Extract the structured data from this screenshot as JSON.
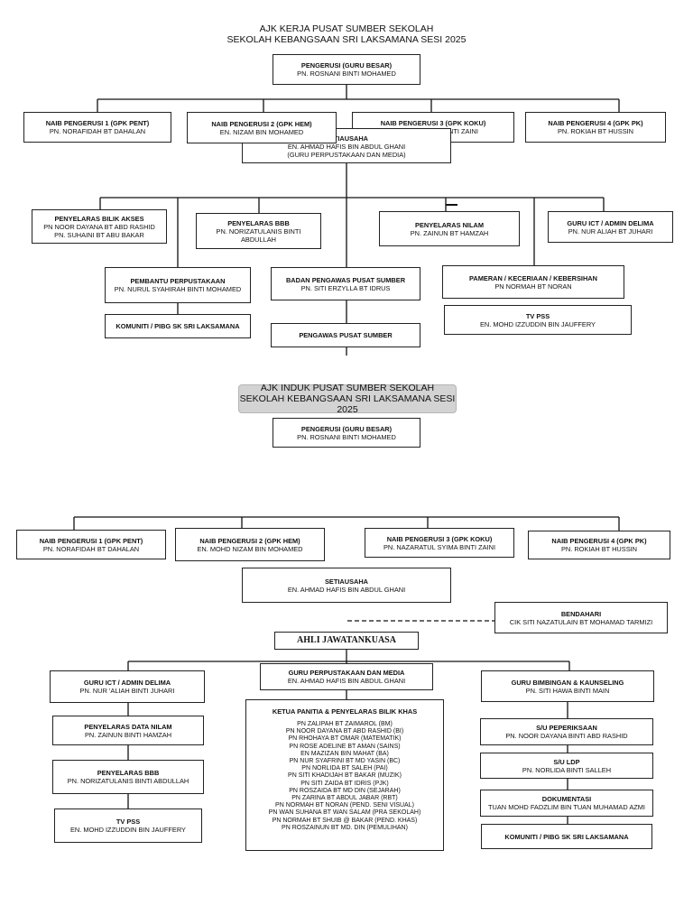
{
  "section1": {
    "title1": "AJK KERJA PUSAT SUMBER SEKOLAH",
    "title2": "SEKOLAH KEBANGSAAN SRI LAKSAMANA SESI 2025",
    "pengerusi": {
      "role": "PENGERUSI (GURU BESAR)",
      "name": "PN. ROSNANI BINTI MOHAMED"
    },
    "naib1": {
      "role": "NAIB PENGERUSI 1 (GPK PENT)",
      "name": "PN. NORAFIDAH BT DAHALAN"
    },
    "naib2": {
      "role": "NAIB PENGERUSI 2 (GPK HEM)",
      "name": "EN. NIZAM BIN MOHAMED"
    },
    "naib3": {
      "role": "NAIB PENGERUSI 3 (GPK KOKU)",
      "name": "BINTI ZAINI"
    },
    "naib4": {
      "role": "NAIB PENGERUSI 4 (GPK PK)",
      "name": "PN. ROKIAH BT HUSSIN"
    },
    "setiausaha": {
      "role": "SETIAUSAHA",
      "name": "EN. AHMAD HAFIS BIN ABDUL GHANI",
      "note": "(GURU PERPUSTAKAAN DAN MEDIA)"
    },
    "bilik_akses": {
      "role": "PENYELARAS BILIK AKSES",
      "name1": "PN NOOR DAYANA BT ABD RASHID",
      "name2": "PN. SUHAINI BT ABU BAKAR"
    },
    "bbb": {
      "role": "PENYELARAS BBB",
      "name1": "PN. NORIZATULANIS BINTI",
      "name2": "ABDULLAH"
    },
    "nilam": {
      "role": "PENYELARAS NILAM",
      "name": "PN. ZAINUN BT HAMZAH"
    },
    "ict": {
      "role": "GURU ICT / ADMIN DELIMA",
      "name": "PN. NUR ALIAH BT JUHARI"
    },
    "pembantu": {
      "role": "PEMBANTU PERPUSTAKAAN",
      "name": "PN. NURUL SYAHIRAH BINTI MOHAMED"
    },
    "badan": {
      "role": "BADAN PENGAWAS PUSAT SUMBER",
      "name": "PN. SITI ERZYLLA BT IDRUS"
    },
    "pameran": {
      "role": "PAMERAN / KECERIAAN / KEBERSIHAN",
      "name": "PN NORMAH BT NORAN"
    },
    "komuniti": {
      "role": "KOMUNITI / PIBG SK SRI LAKSAMANA"
    },
    "pengawas": {
      "role": "PENGAWAS PUSAT SUMBER"
    },
    "tvpss": {
      "role": "TV PSS",
      "name": "EN. MOHD IZZUDDIN BIN JAUFFERY"
    }
  },
  "section2": {
    "title1": "AJK INDUK PUSAT SUMBER SEKOLAH",
    "title2": "SEKOLAH KEBANGSAAN SRI LAKSAMANA SESI 2025",
    "pengerusi": {
      "role": "PENGERUSI (GURU BESAR)",
      "name": "PN. ROSNANI BINTI MOHAMED"
    },
    "naib1": {
      "role": "NAIB PENGERUSI 1 (GPK PENT)",
      "name": "PN. NORAFIDAH BT DAHALAN"
    },
    "naib2": {
      "role": "NAIB PENGERUSI 2 (GPK HEM)",
      "name": "EN. MOHD NIZAM BIN MOHAMED"
    },
    "naib3": {
      "role": "NAIB PENGERUSI 3 (GPK KOKU)",
      "name": "PN. NAZARATUL SYIMA BINTI ZAINI"
    },
    "naib4": {
      "role": "NAIB PENGERUSI 4 (GPK PK)",
      "name": "PN. ROKIAH BT HUSSIN"
    },
    "setiausaha": {
      "role": "SETIAUSAHA",
      "name": "EN. AHMAD HAFIS BIN ABDUL GHANI"
    },
    "bendahari": {
      "role": "BENDAHARI",
      "name": "CIK SITI NAZATULAIN BT MOHAMAD TARMIZI"
    },
    "ahli": "AHLI JAWATANKUASA",
    "ict": {
      "role": "GURU ICT / ADMIN DELIMA",
      "name": "PN. NUR 'ALIAH BINTI JUHARI"
    },
    "nilam": {
      "role": "PENYELARAS DATA NILAM",
      "name": "PN. ZAINUN BINTI HAMZAH"
    },
    "bbb": {
      "role": "PENYELARAS BBB",
      "name": "PN. NORIZATULANIS BINTI ABDULLAH"
    },
    "tvpss": {
      "role": "TV PSS",
      "name": "EN. MOHD IZZUDDIN BIN JAUFFERY"
    },
    "media": {
      "role": "GURU PERPUSTAKAAN DAN MEDIA",
      "name": "EN. AHMAD HAFIS BIN ABDUL GHANI"
    },
    "ketua": {
      "role": "KETUA PANITIA & PENYELARAS BILIK KHAS",
      "members": [
        "PN ZALIPAH BT ZAIMAROL (BM)",
        "PN NOOR DAYANA BT ABD RASHID (BI)",
        "PN RHOHAYA BT OMAR (MATEMATIK)",
        "PN ROSE ADELINE BT AMAN (SAINS)",
        "EN MAZIZAN BIN MAHAT (BA)",
        "PN NUR SYAFRINI BT MD YASIN (BC)",
        "PN NORLIDA BT SALEH (PAI)",
        "PN SITI KHADIJAH BT BAKAR (MUZIK)",
        "PN SITI ZAIDA BT IDRIS (PJK)",
        "PN ROSZAIDA BT MD DIN (SEJARAH)",
        "PN ZARINA BT ABDUL JABAR (RBT)",
        "PN NORMAH BT NORAN (PEND. SENI VISUAL)",
        "PN WAN SUHANA BT WAN SALAM (PRA SEKOLAH)",
        "PN NORMAH BT SHUIB @ BAKAR (PEND. KHAS)",
        "PN ROSZAINUN BT MD. DIN (PEMULIHAN)"
      ]
    },
    "kaunseling": {
      "role": "GURU BIMBINGAN & KAUNSELING",
      "name": "PN. SITI HAWA BINTI MAIN"
    },
    "peperiksaan": {
      "role": "S/U PEPERIKSAAN",
      "name": "PN. NOOR DAYANA BINTI ABD RASHID"
    },
    "ldp": {
      "role": "S/U LDP",
      "name": "PN. NORLIDA BINTI SALLEH"
    },
    "dokumentasi": {
      "role": "DOKUMENTASI",
      "name": "TUAN MOHD FADZLIM BIN TUAN MUHAMAD AZMI"
    },
    "komuniti": {
      "role": "KOMUNITI / PIBG SK SRI LAKSAMANA"
    }
  }
}
